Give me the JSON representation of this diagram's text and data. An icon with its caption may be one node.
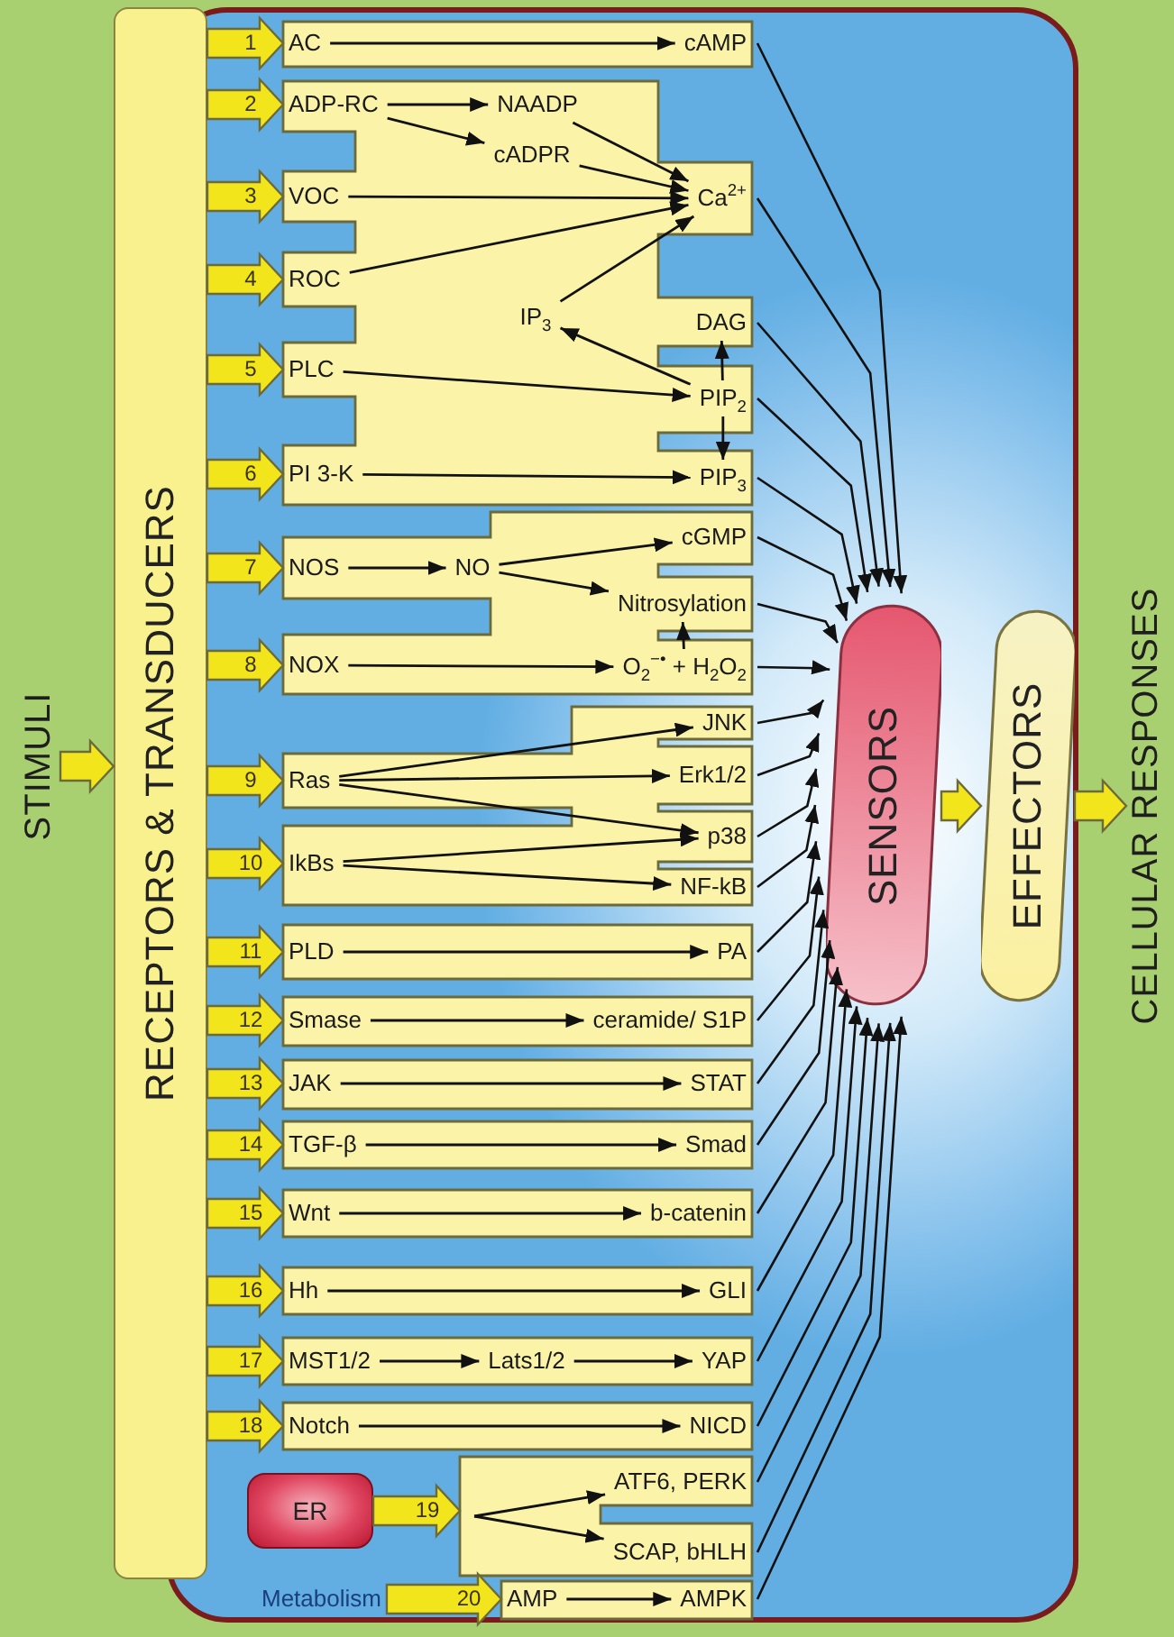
{
  "diagram": {
    "nodes": [
      {
        "text": [
          "STIMULI"
        ]
      },
      {
        "text": [
          "RECEPTORS & TRANSDUCERS"
        ]
      },
      {
        "text": [],
        "shape": "box"
      },
      {
        "text": [
          "AC"
        ],
        "in": 2
      },
      {
        "text": [
          "cAMP"
        ],
        "in": 2
      },
      {
        "text": [],
        "shape": "box"
      },
      {
        "text": [
          "ADP-RC"
        ],
        "in": 5
      },
      {
        "text": [
          "NAADP"
        ],
        "in": 5
      },
      {
        "text": [
          "cADPR"
        ],
        "in": 5
      },
      {
        "text": [
          "Ca$^{2+}$"
        ],
        "in": 5
      },
      {
        "text": [
          "VOC"
        ],
        "in": 5
      },
      {
        "text": [
          "ROC"
        ],
        "in": 5
      },
      {
        "text": [
          "IP$_{3}$"
        ],
        "in": 5
      },
      {
        "text": [
          "DAG"
        ],
        "in": 5
      },
      {
        "text": [
          "PLC"
        ],
        "in": 5
      },
      {
        "text": [
          "PIP$_{2}$"
        ],
        "in": 5
      },
      {
        "text": [
          "PI 3-K"
        ],
        "in": 5
      },
      {
        "text": [
          "PIP$_{3}$"
        ],
        "in": 5
      },
      {
        "text": [],
        "shape": "box"
      },
      {
        "text": [
          "cGMP"
        ],
        "in": 18
      },
      {
        "text": [
          "NOS"
        ],
        "in": 18
      },
      {
        "text": [
          "NO"
        ],
        "in": 18
      },
      {
        "text": [
          "Nitrosylation"
        ],
        "in": 18
      },
      {
        "text": [
          "NOX"
        ],
        "in": 18
      },
      {
        "text": [
          "O$_{2}$$^{−•}$ + H$_{2}$O$_{2}$"
        ],
        "in": 18
      },
      {
        "text": [],
        "shape": "box"
      },
      {
        "text": [
          "JNK"
        ],
        "in": 25
      },
      {
        "text": [
          "Ras"
        ],
        "in": 25
      },
      {
        "text": [
          "Erk1/2"
        ],
        "in": 25
      },
      {
        "text": [
          "p38"
        ],
        "in": 25
      },
      {
        "text": [
          "IkBs"
        ],
        "in": 25
      },
      {
        "text": [
          "NF-kB"
        ],
        "in": 25
      },
      {
        "text": [],
        "shape": "box"
      },
      {
        "text": [
          "PLD"
        ],
        "in": 32
      },
      {
        "text": [
          "PA"
        ],
        "in": 32
      },
      {
        "text": [],
        "shape": "box"
      },
      {
        "text": [
          "Smase"
        ],
        "in": 35
      },
      {
        "text": [
          "ceramide/ S1P"
        ],
        "in": 35
      },
      {
        "text": [],
        "shape": "box"
      },
      {
        "text": [
          "JAK"
        ],
        "in": 38
      },
      {
        "text": [
          "STAT"
        ],
        "in": 38
      },
      {
        "text": [],
        "shape": "box"
      },
      {
        "text": [
          "TGF-β"
        ],
        "in": 41
      },
      {
        "text": [
          "Smad"
        ],
        "in": 41
      },
      {
        "text": [],
        "shape": "box"
      },
      {
        "text": [
          "Wnt"
        ],
        "in": 44
      },
      {
        "text": [
          "b-catenin"
        ],
        "in": 44
      },
      {
        "text": [],
        "shape": "box"
      },
      {
        "text": [
          "Hh"
        ],
        "in": 47
      },
      {
        "text": [
          "GLI"
        ],
        "in": 47
      },
      {
        "text": [],
        "shape": "box"
      },
      {
        "text": [
          "MST1/2"
        ],
        "in": 50
      },
      {
        "text": [
          "Lats1/2"
        ],
        "in": 50
      },
      {
        "text": [
          "YAP"
        ],
        "in": 50
      },
      {
        "text": [],
        "shape": "box"
      },
      {
        "text": [
          "Notch"
        ],
        "in": 54
      },
      {
        "text": [
          "NICD"
        ],
        "in": 54
      },
      {
        "text": [
          "ER"
        ]
      },
      {
        "text": [],
        "shape": "box"
      },
      {
        "text": [
          "ATF6, PERK"
        ],
        "in": 58
      },
      {
        "text": [
          "SCAP, bHLH"
        ],
        "in": 58
      },
      {
        "text": [
          "Metabolism"
        ]
      },
      {
        "text": [],
        "shape": "box"
      },
      {
        "text": [
          "AMP"
        ],
        "in": 62
      },
      {
        "text": [
          "AMPK"
        ],
        "in": 62
      },
      {
        "text": [
          "SENSORS"
        ]
      },
      {
        "text": [
          "EFFECTORS"
        ]
      },
      {
        "text": [
          "CELLULAR RESPONSES"
        ]
      }
    ],
    "edges": [
      {
        "from": 0,
        "to": 1,
        "arrow": "to",
        "style": "thick",
        "color": "#f3e51c"
      },
      {
        "from": 1,
        "to": 3,
        "arrow": "to",
        "label": "1",
        "style": "thick",
        "color": "#f3e51c"
      },
      {
        "from": 1,
        "to": 6,
        "arrow": "to",
        "label": "2",
        "style": "thick",
        "color": "#f3e51c"
      },
      {
        "from": 1,
        "to": 10,
        "arrow": "to",
        "label": "3",
        "style": "thick",
        "color": "#f3e51c"
      },
      {
        "from": 1,
        "to": 11,
        "arrow": "to",
        "label": "4",
        "style": "thick",
        "color": "#f3e51c"
      },
      {
        "from": 1,
        "to": 14,
        "arrow": "to",
        "label": "5",
        "style": "thick",
        "color": "#f3e51c"
      },
      {
        "from": 1,
        "to": 16,
        "arrow": "to",
        "label": "6",
        "style": "thick",
        "color": "#f3e51c"
      },
      {
        "from": 1,
        "to": 20,
        "arrow": "to",
        "label": "7",
        "style": "thick",
        "color": "#f3e51c"
      },
      {
        "from": 1,
        "to": 23,
        "arrow": "to",
        "label": "8",
        "style": "thick",
        "color": "#f3e51c"
      },
      {
        "from": 1,
        "to": 27,
        "arrow": "to",
        "label": "9",
        "style": "thick",
        "color": "#f3e51c"
      },
      {
        "from": 1,
        "to": 30,
        "arrow": "to",
        "label": "10",
        "style": "thick",
        "color": "#f3e51c"
      },
      {
        "from": 1,
        "to": 33,
        "arrow": "to",
        "label": "11",
        "style": "thick",
        "color": "#f3e51c"
      },
      {
        "from": 1,
        "to": 36,
        "arrow": "to",
        "label": "12",
        "style": "thick",
        "color": "#f3e51c"
      },
      {
        "from": 1,
        "to": 39,
        "arrow": "to",
        "label": "13",
        "style": "thick",
        "color": "#f3e51c"
      },
      {
        "from": 1,
        "to": 42,
        "arrow": "to",
        "label": "14",
        "style": "thick",
        "color": "#f3e51c"
      },
      {
        "from": 1,
        "to": 45,
        "arrow": "to",
        "label": "15",
        "style": "thick",
        "color": "#f3e51c"
      },
      {
        "from": 1,
        "to": 48,
        "arrow": "to",
        "label": "16",
        "style": "thick",
        "color": "#f3e51c"
      },
      {
        "from": 1,
        "to": 51,
        "arrow": "to",
        "label": "17",
        "style": "thick",
        "color": "#f3e51c"
      },
      {
        "from": 1,
        "to": 55,
        "arrow": "to",
        "label": "18",
        "style": "thick",
        "color": "#f3e51c"
      },
      {
        "from": 57,
        "to": 58,
        "arrow": "to",
        "label": "19",
        "style": "thick",
        "color": "#f3e51c"
      },
      {
        "from": 61,
        "to": 63,
        "arrow": "to",
        "label": "20",
        "style": "thick",
        "color": "#f3e51c"
      },
      {
        "from": 65,
        "to": 66,
        "arrow": "to",
        "style": "thick",
        "color": "#f3e51c"
      },
      {
        "from": 66,
        "to": 67,
        "arrow": "to",
        "style": "thick",
        "color": "#f3e51c"
      },
      {
        "from": 3,
        "to": 4,
        "arrow": "to"
      },
      {
        "from": 6,
        "to": 7,
        "arrow": "to"
      },
      {
        "from": 6,
        "to": 8,
        "arrow": "to"
      },
      {
        "from": 7,
        "to": 9,
        "arrow": "to"
      },
      {
        "from": 8,
        "to": 9,
        "arrow": "to"
      },
      {
        "from": 10,
        "to": 9,
        "arrow": "to"
      },
      {
        "from": 11,
        "to": 9,
        "arrow": "to"
      },
      {
        "from": 12,
        "to": 9,
        "arrow": "to"
      },
      {
        "from": 14,
        "to": 15,
        "arrow": "to"
      },
      {
        "from": 15,
        "to": 12,
        "arrow": "to"
      },
      {
        "from": 15,
        "to": 13,
        "arrow": "to"
      },
      {
        "from": 16,
        "to": 17,
        "arrow": "to"
      },
      {
        "from": 15,
        "to": 17,
        "arrow": "to"
      },
      {
        "from": 20,
        "to": 21,
        "arrow": "to"
      },
      {
        "from": 21,
        "to": 19,
        "arrow": "to"
      },
      {
        "from": 21,
        "to": 22,
        "arrow": "to"
      },
      {
        "from": 24,
        "to": 22,
        "arrow": "to"
      },
      {
        "from": 23,
        "to": 24,
        "arrow": "to"
      },
      {
        "from": 27,
        "to": 26,
        "arrow": "to"
      },
      {
        "from": 27,
        "to": 28,
        "arrow": "to"
      },
      {
        "from": 27,
        "to": 29,
        "arrow": "to"
      },
      {
        "from": 30,
        "to": 29,
        "arrow": "to"
      },
      {
        "from": 30,
        "to": 31,
        "arrow": "to"
      },
      {
        "from": 33,
        "to": 34,
        "arrow": "to"
      },
      {
        "from": 36,
        "to": 37,
        "arrow": "to"
      },
      {
        "from": 39,
        "to": 40,
        "arrow": "to"
      },
      {
        "from": 42,
        "to": 43,
        "arrow": "to"
      },
      {
        "from": 45,
        "to": 46,
        "arrow": "to"
      },
      {
        "from": 48,
        "to": 49,
        "arrow": "to"
      },
      {
        "from": 51,
        "to": 52,
        "arrow": "to"
      },
      {
        "from": 52,
        "to": 53,
        "arrow": "to"
      },
      {
        "from": 55,
        "to": 56,
        "arrow": "to"
      },
      {
        "from": null,
        "to": 59,
        "arrow": "to"
      },
      {
        "from": null,
        "to": 60,
        "arrow": "to"
      },
      {
        "from": 63,
        "to": 64,
        "arrow": "to"
      },
      {
        "from": 4,
        "to": 65,
        "arrow": "to"
      },
      {
        "from": 9,
        "to": 65,
        "arrow": "to"
      },
      {
        "from": 13,
        "to": 65,
        "arrow": "to"
      },
      {
        "from": 15,
        "to": 65,
        "arrow": "to"
      },
      {
        "from": 17,
        "to": 65,
        "arrow": "to"
      },
      {
        "from": 19,
        "to": 65,
        "arrow": "to"
      },
      {
        "from": 22,
        "to": 65,
        "arrow": "to"
      },
      {
        "from": 24,
        "to": 65,
        "arrow": "to"
      },
      {
        "from": 26,
        "to": 65,
        "arrow": "to"
      },
      {
        "from": 28,
        "to": 65,
        "arrow": "to"
      },
      {
        "from": 29,
        "to": 65,
        "arrow": "to"
      },
      {
        "from": 31,
        "to": 65,
        "arrow": "to"
      },
      {
        "from": 34,
        "to": 65,
        "arrow": "to"
      },
      {
        "from": 37,
        "to": 65,
        "arrow": "to"
      },
      {
        "from": 40,
        "to": 65,
        "arrow": "to"
      },
      {
        "from": 43,
        "to": 65,
        "arrow": "to"
      },
      {
        "from": 46,
        "to": 65,
        "arrow": "to"
      },
      {
        "from": 49,
        "to": 65,
        "arrow": "to"
      },
      {
        "from": 53,
        "to": 65,
        "arrow": "to"
      },
      {
        "from": 56,
        "to": 65,
        "arrow": "to"
      },
      {
        "from": 59,
        "to": 65,
        "arrow": "to"
      },
      {
        "from": 60,
        "to": 65,
        "arrow": "to"
      },
      {
        "from": 64,
        "to": 65,
        "arrow": "to"
      }
    ]
  }
}
